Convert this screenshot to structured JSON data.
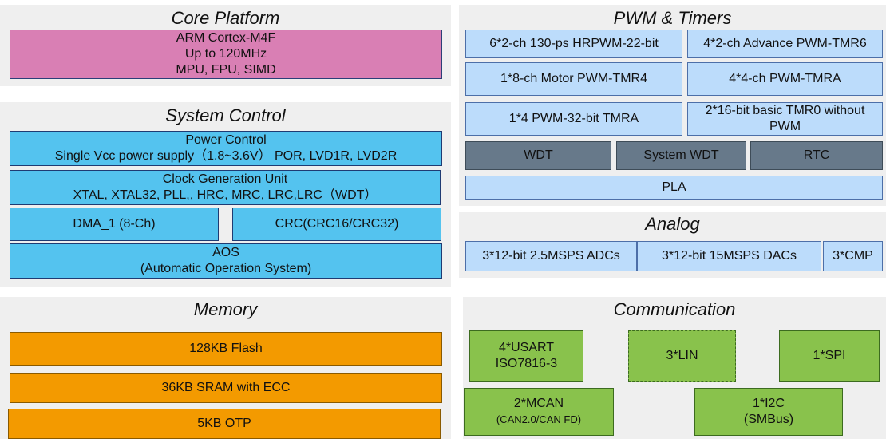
{
  "core": {
    "title": "Core Platform",
    "cpu": [
      "ARM Cortex-M4F",
      "Up to 120MHz",
      "MPU, FPU, SIMD"
    ]
  },
  "system": {
    "title": "System Control",
    "power": [
      "Power Control",
      "Single Vcc power supply（1.8~3.6V） POR, LVD1R, LVD2R"
    ],
    "clock": [
      "Clock Generation Unit",
      "XTAL, XTAL32, PLL,, HRC, MRC, LRC,LRC（WDT）"
    ],
    "dma": "DMA_1 (8-Ch)",
    "crc": "CRC(CRC16/CRC32)",
    "aos": [
      "AOS",
      "(Automatic Operation System)"
    ]
  },
  "memory": {
    "title": "Memory",
    "items": [
      "128KB Flash",
      "36KB SRAM with ECC",
      "5KB OTP"
    ]
  },
  "pwm": {
    "title": "PWM & Timers",
    "hrpwm": "6*2-ch 130-ps HRPWM-22-bit",
    "tmr6": "4*2-ch Advance PWM-TMR6",
    "tmr4": "1*8-ch Motor PWM-TMR4",
    "tmra4": "4*4-ch PWM-TMRA",
    "tmra32": "1*4 PWM-32-bit TMRA",
    "tmr0": [
      "2*16-bit basic TMR0 without",
      "PWM"
    ],
    "wdt": "WDT",
    "swdt": "System WDT",
    "rtc": "RTC",
    "pla": "PLA"
  },
  "analog": {
    "title": "Analog",
    "adc": "3*12-bit  2.5MSPS ADCs",
    "dac": "3*12-bit  15MSPS DACs",
    "cmp": "3*CMP"
  },
  "comm": {
    "title": "Communication",
    "usart": [
      "4*USART",
      "ISO7816-3"
    ],
    "lin": "3*LIN",
    "spi": "1*SPI",
    "mcan": [
      "2*MCAN",
      "(CAN2.0/CAN FD)"
    ],
    "i2c": [
      "1*I2C",
      "(SMBus)"
    ]
  }
}
